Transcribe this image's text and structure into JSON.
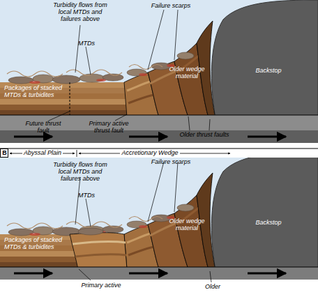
{
  "diagram": {
    "labels": [
      "Turbidity flows from local MTDs and failures above",
      "Failure scarps",
      "MTDs",
      "Backstop",
      "Packages of stacked MTDs & turbidites",
      "Older wedge material",
      "Future thrust fault",
      "Primary active thrust fault",
      "Older thrust faults",
      "B",
      "Abyssal Plain",
      "Accretionary Wedge",
      "Turbidity flows from local MTDs and failures above",
      "Failure scarps",
      "MTDs",
      "Backstop",
      "Packages of stacked MTDs & turbidites",
      "Older wedge material",
      "Primary active",
      "Older"
    ]
  }
}
